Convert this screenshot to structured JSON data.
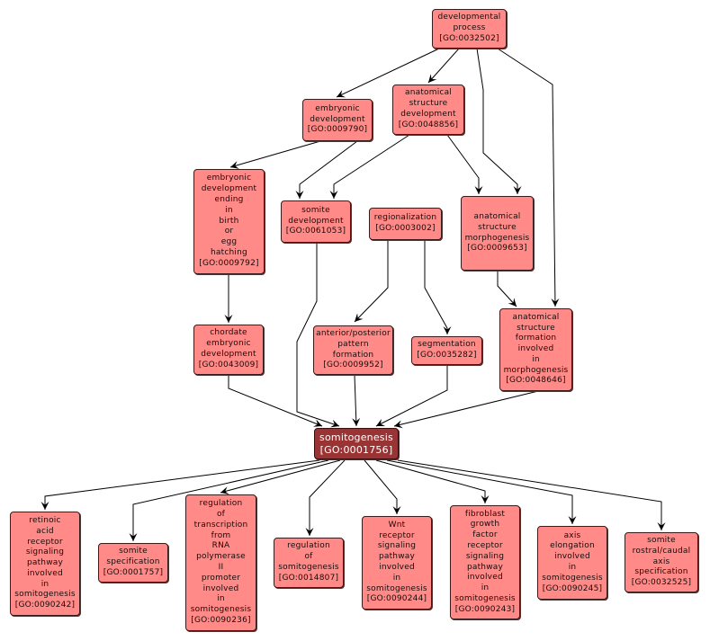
{
  "diagram": {
    "title": "GO term graph: somitogenesis",
    "colors": {
      "node_fill": "#ff8a87",
      "focus_fill": "#9a3434",
      "edge": "#000000"
    },
    "nodes": [
      {
        "id": "GO:0032502",
        "lines": [
          "developmental",
          "process",
          "[GO:0032502]"
        ]
      },
      {
        "id": "GO:0009790",
        "lines": [
          "embryonic",
          "development",
          "[GO:0009790]"
        ]
      },
      {
        "id": "GO:0048856",
        "lines": [
          "anatomical",
          "structure",
          "development",
          "[GO:0048856]"
        ]
      },
      {
        "id": "GO:0009792",
        "lines": [
          "embryonic",
          "development",
          "ending",
          "in",
          "birth",
          "or",
          "egg",
          "hatching",
          "[GO:0009792]"
        ]
      },
      {
        "id": "GO:0061053",
        "lines": [
          "somite",
          "development",
          "[GO:0061053]"
        ]
      },
      {
        "id": "GO:0003002",
        "lines": [
          "regionalization",
          "[GO:0003002]"
        ]
      },
      {
        "id": "GO:0009653",
        "lines": [
          "anatomical",
          "structure",
          "morphogenesis",
          "[GO:0009653]"
        ]
      },
      {
        "id": "GO:0043009",
        "lines": [
          "chordate",
          "embryonic",
          "development",
          "[GO:0043009]"
        ]
      },
      {
        "id": "GO:0009952",
        "lines": [
          "anterior/posterior",
          "pattern",
          "formation",
          "[GO:0009952]"
        ]
      },
      {
        "id": "GO:0035282",
        "lines": [
          "segmentation",
          "[GO:0035282]"
        ]
      },
      {
        "id": "GO:0048646",
        "lines": [
          "anatomical",
          "structure",
          "formation",
          "involved",
          "in",
          "morphogenesis",
          "[GO:0048646]"
        ]
      },
      {
        "id": "GO:0001756",
        "lines": [
          "somitogenesis",
          "[GO:0001756]"
        ],
        "focus": true
      },
      {
        "id": "GO:0090242",
        "lines": [
          "retinoic",
          "acid",
          "receptor",
          "signaling",
          "pathway",
          "involved",
          "in",
          "somitogenesis",
          "[GO:0090242]"
        ]
      },
      {
        "id": "GO:0001757",
        "lines": [
          "somite",
          "specification",
          "[GO:0001757]"
        ]
      },
      {
        "id": "GO:0090236",
        "lines": [
          "regulation",
          "of",
          "transcription",
          "from",
          "RNA",
          "polymerase",
          "II",
          "promoter",
          "involved",
          "in",
          "somitogenesis",
          "[GO:0090236]"
        ]
      },
      {
        "id": "GO:0014807",
        "lines": [
          "regulation",
          "of",
          "somitogenesis",
          "[GO:0014807]"
        ]
      },
      {
        "id": "GO:0090244",
        "lines": [
          "Wnt",
          "receptor",
          "signaling",
          "pathway",
          "involved",
          "in",
          "somitogenesis",
          "[GO:0090244]"
        ]
      },
      {
        "id": "GO:0090243",
        "lines": [
          "fibroblast",
          "growth",
          "factor",
          "receptor",
          "signaling",
          "pathway",
          "involved",
          "in",
          "somitogenesis",
          "[GO:0090243]"
        ]
      },
      {
        "id": "GO:0090245",
        "lines": [
          "axis",
          "elongation",
          "involved",
          "in",
          "somitogenesis",
          "[GO:0090245]"
        ]
      },
      {
        "id": "GO:0032525",
        "lines": [
          "somite",
          "rostral/caudal",
          "axis",
          "specification",
          "[GO:0032525]"
        ]
      }
    ],
    "edges": [
      {
        "from": "GO:0032502",
        "to": "GO:0009790"
      },
      {
        "from": "GO:0032502",
        "to": "GO:0048856"
      },
      {
        "from": "GO:0032502",
        "to": "GO:0009653"
      },
      {
        "from": "GO:0032502",
        "to": "GO:0048646"
      },
      {
        "from": "GO:0009790",
        "to": "GO:0009792"
      },
      {
        "from": "GO:0009790",
        "to": "GO:0061053"
      },
      {
        "from": "GO:0048856",
        "to": "GO:0061053"
      },
      {
        "from": "GO:0048856",
        "to": "GO:0009653"
      },
      {
        "from": "GO:0009792",
        "to": "GO:0043009"
      },
      {
        "from": "GO:0003002",
        "to": "GO:0009952"
      },
      {
        "from": "GO:0003002",
        "to": "GO:0035282"
      },
      {
        "from": "GO:0009653",
        "to": "GO:0048646"
      },
      {
        "from": "GO:0043009",
        "to": "GO:0001756"
      },
      {
        "from": "GO:0061053",
        "to": "GO:0001756"
      },
      {
        "from": "GO:0009952",
        "to": "GO:0001756"
      },
      {
        "from": "GO:0035282",
        "to": "GO:0001756"
      },
      {
        "from": "GO:0048646",
        "to": "GO:0001756"
      },
      {
        "from": "GO:0001756",
        "to": "GO:0090242"
      },
      {
        "from": "GO:0001756",
        "to": "GO:0001757"
      },
      {
        "from": "GO:0001756",
        "to": "GO:0090236"
      },
      {
        "from": "GO:0001756",
        "to": "GO:0014807"
      },
      {
        "from": "GO:0001756",
        "to": "GO:0090244"
      },
      {
        "from": "GO:0001756",
        "to": "GO:0090243"
      },
      {
        "from": "GO:0001756",
        "to": "GO:0090245"
      },
      {
        "from": "GO:0001756",
        "to": "GO:0032525"
      }
    ]
  }
}
